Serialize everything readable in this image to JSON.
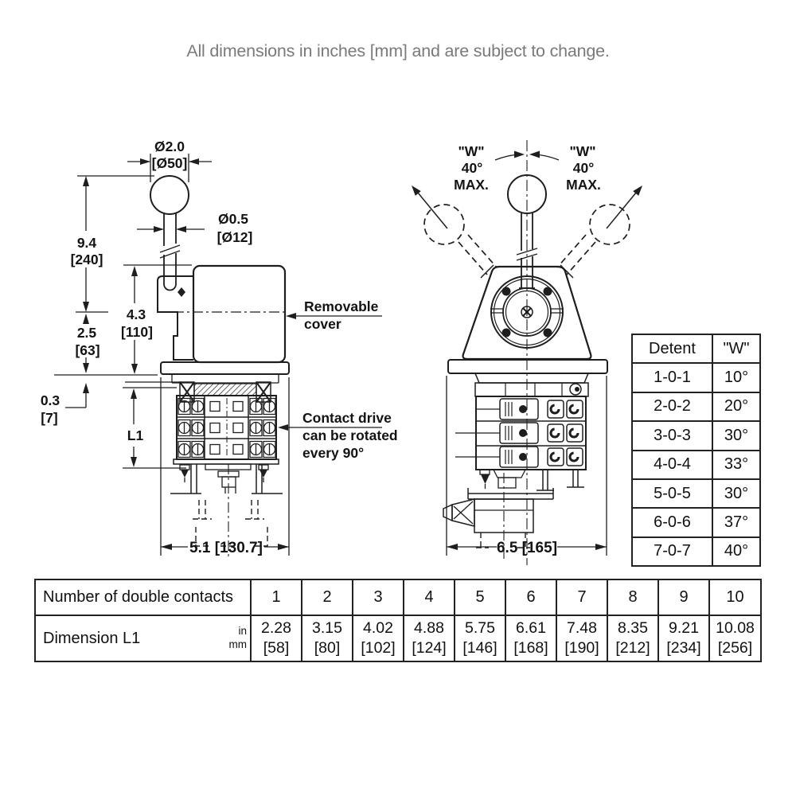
{
  "note": "All dimensions in inches [mm] and are subject to change.",
  "side_view": {
    "ball_dia_in": "Ø2.0",
    "ball_dia_mm": "[Ø50]",
    "shaft_dia_in": "Ø0.5",
    "shaft_dia_mm": "[Ø12]",
    "height_in": "9.4",
    "height_mm": "[240]",
    "cover_in": "4.3",
    "cover_mm": "[110]",
    "depth_in": "2.5",
    "depth_mm": "[63]",
    "panel_in": "0.3",
    "panel_mm": "[7]",
    "l1_label": "L1",
    "width_dim": "5.1 [130.7]",
    "removable_cover_1": "Removable",
    "removable_cover_2": "cover",
    "contact_drive_1": "Contact drive",
    "contact_drive_2": "can be rotated",
    "contact_drive_3": "every 90°"
  },
  "front_view": {
    "w_label": "\"W\"",
    "angle": "40°",
    "max": "MAX.",
    "width_dim": "6.5 [165]"
  },
  "detent_table": {
    "col1": "Detent",
    "col2": "\"W\"",
    "rows": [
      {
        "detent": "1-0-1",
        "w": "10°"
      },
      {
        "detent": "2-0-2",
        "w": "20°"
      },
      {
        "detent": "3-0-3",
        "w": "30°"
      },
      {
        "detent": "4-0-4",
        "w": "33°"
      },
      {
        "detent": "5-0-5",
        "w": "30°"
      },
      {
        "detent": "6-0-6",
        "w": "37°"
      },
      {
        "detent": "7-0-7",
        "w": "40°"
      }
    ]
  },
  "contacts_table": {
    "row1_label": "Number of double contacts",
    "row2_label": "Dimension L1",
    "unit_in": "in",
    "unit_mm": "mm",
    "columns": [
      {
        "n": "1",
        "in": "2.28",
        "mm": "[58]"
      },
      {
        "n": "2",
        "in": "3.15",
        "mm": "[80]"
      },
      {
        "n": "3",
        "in": "4.02",
        "mm": "[102]"
      },
      {
        "n": "4",
        "in": "4.88",
        "mm": "[124]"
      },
      {
        "n": "5",
        "in": "5.75",
        "mm": "[146]"
      },
      {
        "n": "6",
        "in": "6.61",
        "mm": "[168]"
      },
      {
        "n": "7",
        "in": "7.48",
        "mm": "[190]"
      },
      {
        "n": "8",
        "in": "8.35",
        "mm": "[212]"
      },
      {
        "n": "9",
        "in": "9.21",
        "mm": "[234]"
      },
      {
        "n": "10",
        "in": "10.08",
        "mm": "[256]"
      }
    ]
  }
}
